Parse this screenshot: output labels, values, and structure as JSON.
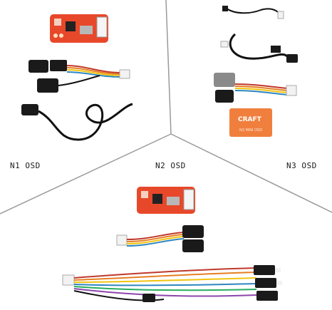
{
  "labels": {
    "n1": "N1 OSD",
    "n2": "N2 OSD",
    "n3": "N3 OSD"
  },
  "board_text": {
    "n3_logo": "CRAFT",
    "n3_caption": "N3 MINI OSD"
  },
  "colors": {
    "background": "#ffffff",
    "divider": "#8a8a8a",
    "board_red": "#e8482a",
    "board_orange": "#f07f3e",
    "cable_black": "#1a1a1a",
    "connector_white": "#f2f2f2",
    "wire_colors": [
      "#c0392b",
      "#e67e22",
      "#f1c40f",
      "#2e86c1",
      "#27ae60",
      "#8e44ad",
      "#111111",
      "#ffffff"
    ]
  },
  "icons": {
    "board": "circuit-board-icon",
    "servo_plug": "servo-connector-icon",
    "jst_plug": "jst-connector-icon"
  }
}
